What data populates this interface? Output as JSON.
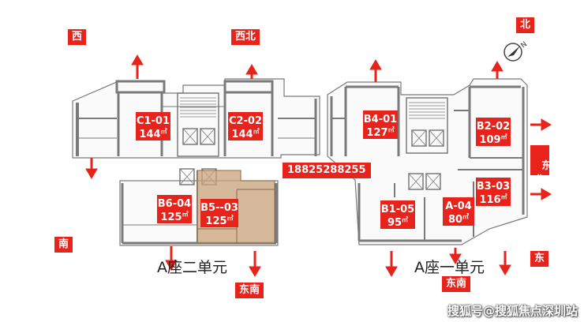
{
  "directions": {
    "west": "西",
    "northwest": "西北",
    "north": "北",
    "south": "南",
    "northeast": "东\n北",
    "east": "东",
    "southeast_left": "东南",
    "southeast_right": "东南"
  },
  "units": [
    {
      "code": "C1-01",
      "area": "144㎡"
    },
    {
      "code": "C2-02",
      "area": "144㎡"
    },
    {
      "code": "B4-01",
      "area": "127㎡"
    },
    {
      "code": "B2-02",
      "area": "109㎡"
    },
    {
      "code": "B3-03",
      "area": "116㎡"
    },
    {
      "code": "B6-04",
      "area": "125㎡"
    },
    {
      "code": "B5--03",
      "area": "125㎡"
    },
    {
      "code": "B1-05",
      "area": "95㎡"
    },
    {
      "code": "A-04",
      "area": "80㎡"
    }
  ],
  "phone": "18825288255",
  "buildings": {
    "left": "A座二单元",
    "right": "A座一单元"
  },
  "compass_letter": "N",
  "watermark": "搜狐号@搜狐焦点深圳站",
  "colors": {
    "accent": "#e8231b",
    "highlight_unit": "#c9a27a",
    "wall": "#7a7a7a"
  }
}
